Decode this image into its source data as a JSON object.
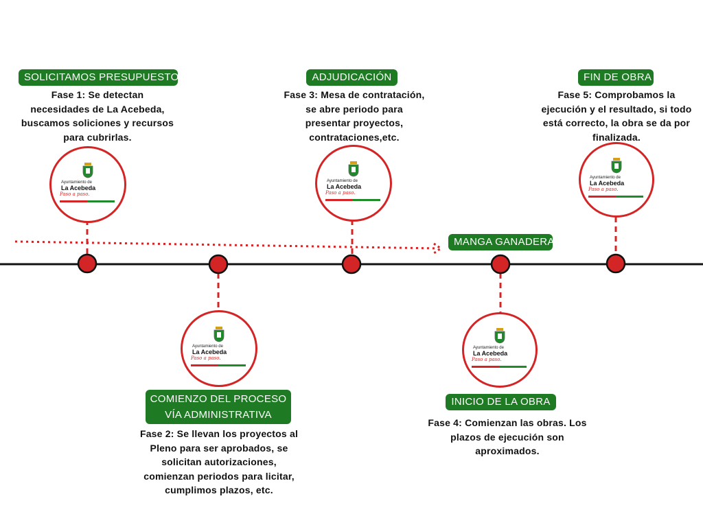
{
  "colors": {
    "accent_green": "#1f7a24",
    "accent_red": "#d32525",
    "node_fill": "#d32525",
    "timeline": "#111111"
  },
  "logo": {
    "icon": "coat-of-arms-icon",
    "org": "Ayuntamiento de",
    "town": "La Acebeda",
    "slogan": "Paso a paso."
  },
  "top_phases": [
    {
      "title": "SOLICITAMOS PRESUPUESTO",
      "description": [
        "Fase 1: Se detectan",
        "necesidades de La Acebeda,",
        "buscamos soliciones y recursos",
        "para cubrirlas."
      ]
    },
    {
      "title": "ADJUDICACIÓN",
      "description": [
        "Fase 3: Mesa de contratación,",
        "se abre periodo para",
        "presentar proyectos,",
        "contrataciones,etc."
      ]
    },
    {
      "title": "FIN DE OBRA",
      "description": [
        "Fase 5: Comprobamos la",
        "ejecución y el resultado, si todo",
        "está correcto, la obra se da por",
        "finalizada."
      ]
    }
  ],
  "bottom_phases": [
    {
      "title": [
        "COMIENZO DEL PROCESO",
        "VÍA ADMINISTRATIVA"
      ],
      "description": [
        "Fase 2: Se llevan los proyectos al",
        "Pleno para ser aprobados, se",
        "solicitan autorizaciones,",
        "comienzan periodos para licitar,",
        "cumplimos plazos, etc."
      ]
    },
    {
      "title": [
        "INICIO DE LA OBRA"
      ],
      "description": [
        "Fase 4: Comienzan las obras. Los",
        "plazos de ejecución son",
        "aproximados."
      ]
    }
  ],
  "current_marker": {
    "label": "MANGA GANADERA"
  }
}
